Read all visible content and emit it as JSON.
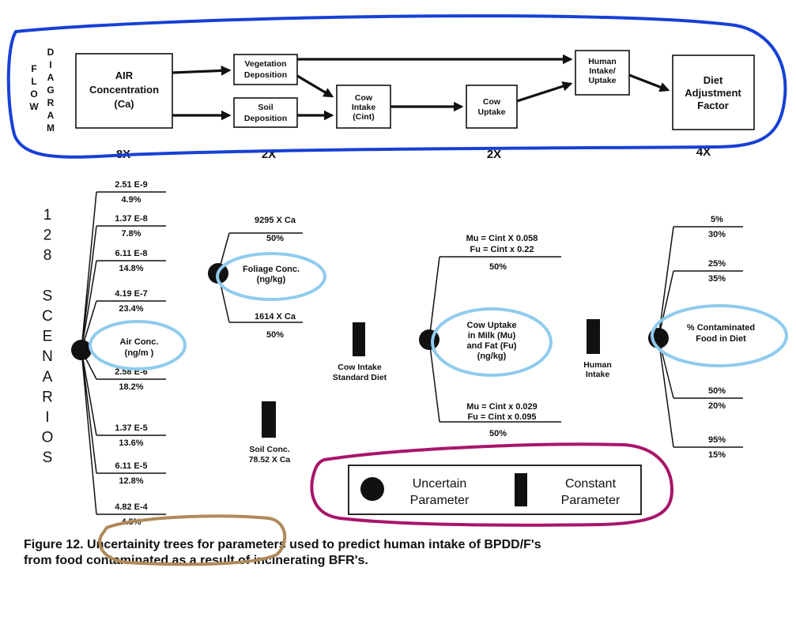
{
  "flow_diagram": {
    "label_letters": [
      [
        "F",
        "L",
        "O",
        "W"
      ],
      [
        "D",
        "I",
        "A",
        "G",
        "R",
        "A",
        "M"
      ]
    ],
    "nodes": {
      "air": [
        "AIR",
        "Concentration",
        "(Ca)"
      ],
      "vegetation": [
        "Vegetation",
        "Deposition"
      ],
      "soil": [
        "Soil",
        "Deposition"
      ],
      "cow_intake": [
        "Cow",
        "Intake",
        "(Cint)"
      ],
      "cow_uptake": [
        "Cow",
        "Uptake"
      ],
      "human": [
        "Human",
        "Intake/",
        "Uptake"
      ],
      "diet": [
        "Diet",
        "Adjustment",
        "Factor"
      ]
    },
    "multipliers": [
      "8X",
      "2X",
      "2X",
      "4X"
    ]
  },
  "scenarios_label": [
    "1",
    "2",
    "8",
    "",
    "S",
    "C",
    "E",
    "N",
    "A",
    "R",
    "I",
    "O",
    "S"
  ],
  "trees": {
    "air": {
      "label": [
        "Air Conc.",
        "(ng/m )"
      ],
      "branches": [
        {
          "value": "2.51 E-9",
          "prob": "4.9%"
        },
        {
          "value": "1.37 E-8",
          "prob": "7.8%"
        },
        {
          "value": "6.11 E-8",
          "prob": "14.8%"
        },
        {
          "value": "4.19 E-7",
          "prob": "23.4%"
        },
        {
          "value": "2.58 E-6",
          "prob": "18.2%"
        },
        {
          "value": "1.37 E-5",
          "prob": "13.6%"
        },
        {
          "value": "6.11 E-5",
          "prob": "12.8%"
        },
        {
          "value": "4.82 E-4",
          "prob": "4.5%"
        }
      ]
    },
    "foliage": {
      "label": [
        "Foliage Conc.",
        "(ng/kg)"
      ],
      "branches": [
        {
          "value": "9295 X Ca",
          "prob": "50%"
        },
        {
          "value": "1614 X Ca",
          "prob": "50%"
        }
      ]
    },
    "soil": {
      "label": [
        "Soil Conc.",
        "78.52 X Ca"
      ]
    },
    "cow_intake": {
      "label": [
        "Cow Intake",
        "Standard Diet"
      ]
    },
    "cow_uptake": {
      "label": [
        "Cow Uptake",
        "in Milk (Mu)",
        "and Fat (Fu)",
        "(ng/kg)"
      ],
      "branches": [
        {
          "lines": [
            "Mu = Cint X 0.058",
            "Fu = Cint x 0.22"
          ],
          "prob": "50%"
        },
        {
          "lines": [
            "Mu = Cint x 0.029",
            "Fu = Cint x 0.095"
          ],
          "prob": "50%"
        }
      ]
    },
    "human": {
      "label": [
        "Human",
        "Intake"
      ]
    },
    "diet": {
      "label": [
        "% Contaminated",
        "Food in Diet"
      ],
      "branches": [
        {
          "value": "5%",
          "prob": "30%"
        },
        {
          "value": "25%",
          "prob": "35%"
        },
        {
          "value": "50%",
          "prob": "20%"
        },
        {
          "value": "95%",
          "prob": "15%"
        }
      ]
    }
  },
  "legend": {
    "uncertain": [
      "Uncertain",
      "Parameter"
    ],
    "constant": [
      "Constant",
      "Parameter"
    ]
  },
  "caption": {
    "line1": "Figure 12.  Uncertainity trees for parameters used to  predict human intake of BPDD/F's",
    "line2": "from food contaminated as a result of incinerating BFR's."
  },
  "annotation_colors": {
    "flow_outline": "#1740d6",
    "parameter_outline": "#8fcbee",
    "legend_outline": "#a8156a",
    "caption_outline": "#b08a5a"
  }
}
